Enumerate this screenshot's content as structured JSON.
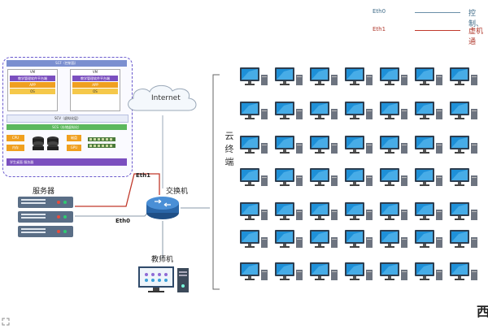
{
  "legend": {
    "eth0": {
      "label": "Eth0",
      "text": "控制、",
      "line_color": "#6a8fa8",
      "label_color": "#3f6b88"
    },
    "eth1": {
      "label": "Eth1",
      "text": "虚机通",
      "line_color": "#c0392b",
      "label_color": "#b03a2e"
    }
  },
  "server_panel": {
    "scf_title": "SCF（控制面）",
    "vm_left": {
      "title": "VM",
      "app_row": "教学管理软件平台端",
      "app": "APP",
      "os": "OS"
    },
    "vm_right": {
      "title": "VM",
      "app_row": "教学管理软件平台端",
      "app": "APP",
      "os": "OS"
    },
    "scv_title": "SCV（虚拟化层）",
    "scs_title": "SCS（存储虚拟化）",
    "hw_cpu": "CPU",
    "hw_mem": "内存",
    "hw_disk": "磁盘",
    "hw_gpu": "GPU",
    "footer": "学生桌面 服务器"
  },
  "labels": {
    "internet": "Internet",
    "eth1": "Eth1",
    "eth0": "Eth0",
    "server": "服务器",
    "switch": "交换机",
    "teacher": "教师机",
    "cloud_terminal": "云终端",
    "corner_glyph": "西"
  },
  "colors": {
    "panel_border": "#6a5acd",
    "orange": "#f0a020",
    "purple": "#7b4fbf",
    "green": "#5cb85c",
    "blue": "#3a7bd5"
  }
}
